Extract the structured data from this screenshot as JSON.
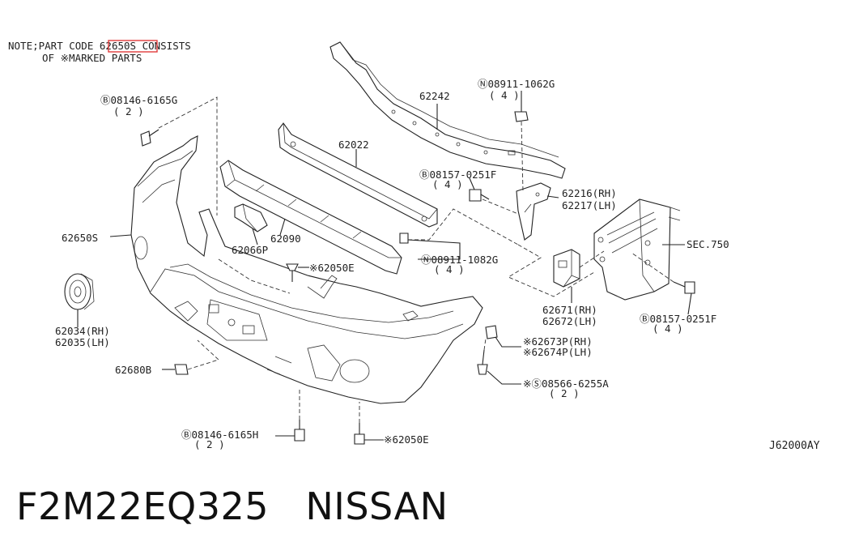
{
  "note": {
    "line1_prefix": "NOTE;PART CODE ",
    "highlight_code": "62650S",
    "line1_suffix": " CONSISTS",
    "line2": "OF ※MARKED PARTS",
    "highlight_color": "#e23b3b"
  },
  "labels": {
    "bolt_top_left": "Ⓑ08146-6165G",
    "bolt_top_left_qty": "( 2 )",
    "nut_top": "Ⓝ08911-1062G",
    "nut_top_qty": "( 4 )",
    "p62242": "62242",
    "p62022": "62022",
    "bolt_mid": "Ⓑ08157-0251F",
    "bolt_mid_qty": "( 4 )",
    "p62216": "62216(RH)",
    "p62217": "62217(LH)",
    "p62650s": "62650S",
    "p62090": "62090",
    "p62066p": "62066P",
    "p62050e_top": "※62050E",
    "nut_mid": "Ⓝ08911-1082G",
    "nut_mid_qty": "( 4 )",
    "sec750": "SEC.750",
    "p62034": "62034(RH)",
    "p62035": "62035(LH)",
    "p62671": "62671(RH)",
    "p62672": "62672(LH)",
    "bolt_right": "Ⓑ08157-0251F",
    "bolt_right_qty": "( 4 )",
    "p62673p": "※62673P(RH)",
    "p62674p": "※62674P(LH)",
    "p62680b": "62680B",
    "screw": "※Ⓢ08566-6255A",
    "screw_qty": "( 2 )",
    "bolt_bottom": "Ⓑ08146-6165H",
    "bolt_bottom_qty": "( 2 )",
    "p62050e_bottom": "※62050E"
  },
  "diagram_code": "J62000AY",
  "footer": "F2M22EQ325   NISSAN"
}
